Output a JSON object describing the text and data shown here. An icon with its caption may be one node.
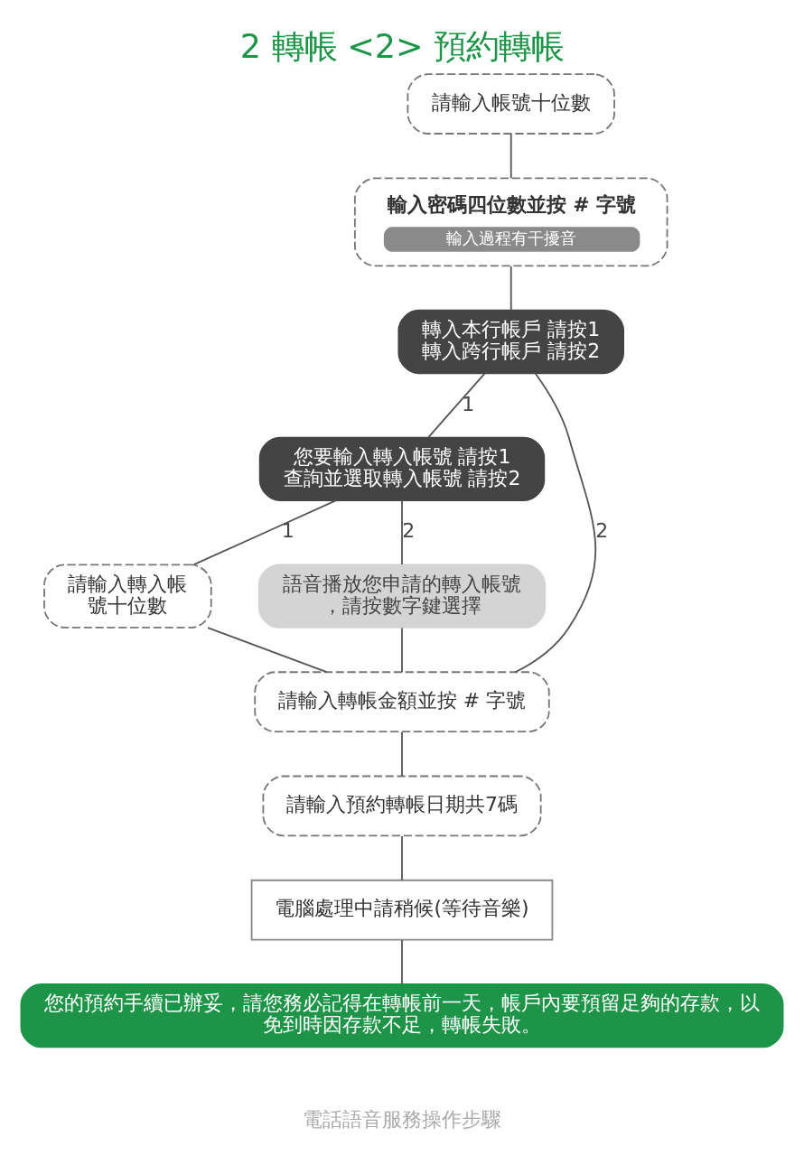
{
  "diagram": {
    "title": "2 轉帳 <2> 預約轉帳",
    "caption": "電話語音服務操作步驟",
    "nodes": [
      {
        "text": [
          "請輸入帳號十位數"
        ]
      },
      {
        "text": [
          "輸入密碼四位數並按 # 字號",
          "輸入過程有干擾音"
        ]
      },
      {
        "text": [
          "轉入本行帳戶 請按1",
          "轉入跨行帳戶 請按2"
        ]
      },
      {
        "text": [
          "您要輸入轉入帳號 請按1",
          "查詢並選取轉入帳號 請按2"
        ]
      },
      {
        "text": [
          "請輸入轉入帳號十位數"
        ]
      },
      {
        "text": [
          "語音播放您申請的轉入帳號，請按數字鍵選擇"
        ]
      },
      {
        "text": [
          "請輸入轉帳金額並按 # 字號"
        ]
      },
      {
        "text": [
          "請輸入預約轉帳日期共7碼"
        ]
      },
      {
        "text": [
          "電腦處理中請稍候(等待音樂)"
        ]
      },
      {
        "text": [
          "您的預約手續已辦妥，請您務必記得在轉帳前一天，帳戶內要預留足夠的存款，以免到時因存款不足，轉帳失敗。"
        ]
      }
    ],
    "edges": [
      {
        "from": 0,
        "to": 1,
        "arrow": "none"
      },
      {
        "from": 1,
        "to": 2,
        "arrow": "none"
      },
      {
        "from": 2,
        "to": 3,
        "arrow": "none",
        "label": "1"
      },
      {
        "from": 2,
        "to": 6,
        "arrow": "none",
        "label": "2"
      },
      {
        "from": 3,
        "to": 4,
        "arrow": "none",
        "label": "1"
      },
      {
        "from": 3,
        "to": 5,
        "arrow": "none",
        "label": "2"
      },
      {
        "from": 4,
        "to": 6,
        "arrow": "none"
      },
      {
        "from": 5,
        "to": 6,
        "arrow": "none"
      },
      {
        "from": 6,
        "to": 7,
        "arrow": "none"
      },
      {
        "from": 7,
        "to": 8,
        "arrow": "none"
      },
      {
        "from": 8,
        "to": 9,
        "arrow": "none"
      }
    ]
  }
}
